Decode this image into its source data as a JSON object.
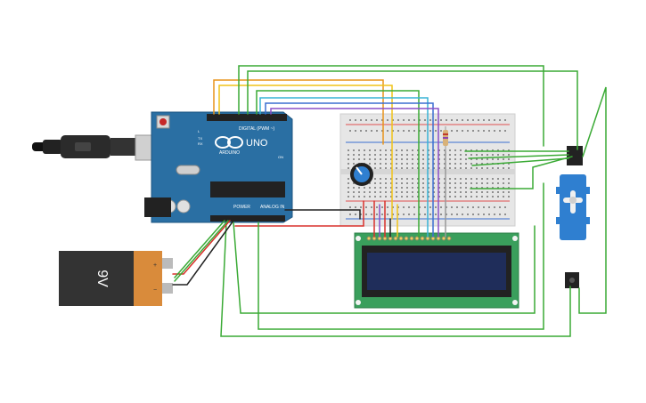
{
  "arduino": {
    "logo_text": "UNO",
    "brand_text": "ARDUINO",
    "digital_label": "DIGITAL (PWM ~)",
    "power_label": "POWER",
    "analog_label": "ANALOG IN",
    "tx_label": "TX",
    "rx_label": "RX",
    "l_label": "L",
    "on_label": "ON"
  },
  "battery": {
    "label": "9V",
    "plus": "+",
    "minus": "−"
  },
  "colors": {
    "board": "#2a6fa3",
    "breadboard": "#e5e5e5",
    "lcd_pcb": "#3a9f5c",
    "lcd_screen": "#1f2d5a",
    "servo": "#2f7fd0",
    "wire_green": "#3aaa35",
    "wire_red": "#d9302b",
    "wire_black": "#222222",
    "wire_orange": "#e8941a",
    "wire_yellow": "#f0c419",
    "wire_blue": "#3b6fd1",
    "wire_purple": "#8a4fc7",
    "wire_cyan": "#39b4d6"
  }
}
